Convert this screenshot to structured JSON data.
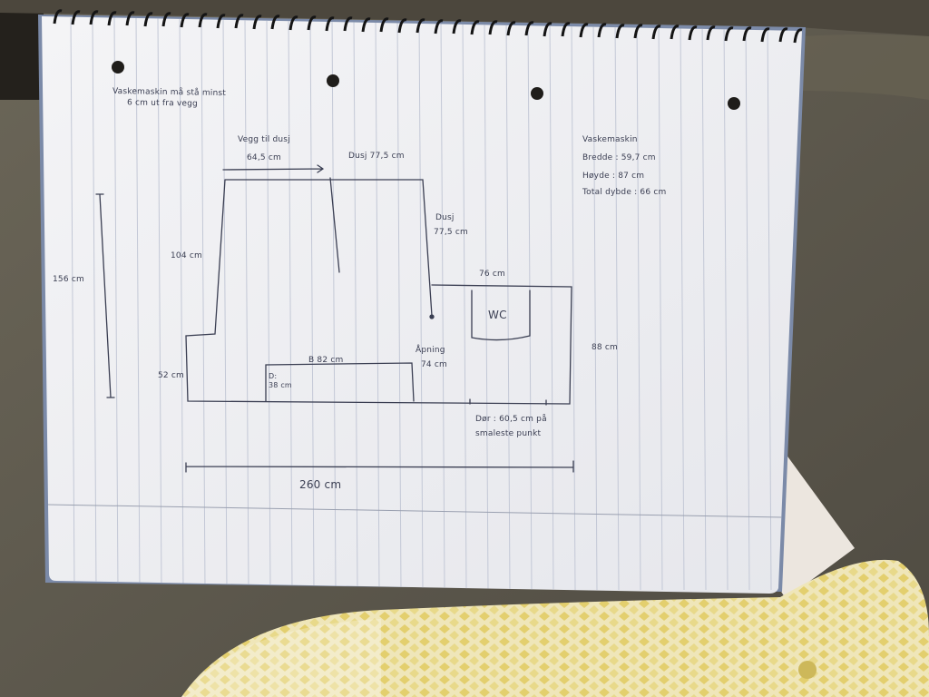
{
  "sketch": {
    "note_top": {
      "line1": "Vaskemaskin må stå minst",
      "line2": "6 cm ut fra vegg"
    },
    "washer_info": {
      "title": "Vaskemaskin",
      "width": "Bredde : 59,7 cm",
      "height": "Høyde : 87 cm",
      "depth": "Total dybde : 66 cm"
    },
    "labels": {
      "wall_to_shower_1": "Vegg til dusj",
      "wall_to_shower_2": "64,5 cm",
      "shower_top": "Dusj 77,5 cm",
      "shower_side_1": "Dusj",
      "shower_side_2": "77,5 cm",
      "left_height": "156 cm",
      "h104": "104 cm",
      "w76": "76 cm",
      "wc": "WC",
      "h88": "88 cm",
      "opening_1": "Åpning",
      "opening_2": "74 cm",
      "bench": "B 82 cm",
      "depth_1": "D:",
      "depth_2": "38 cm",
      "h52": "52 cm",
      "door_1": "Dør : 60,5 cm på",
      "door_2": "smaleste punkt",
      "total_width": "260 cm"
    }
  }
}
